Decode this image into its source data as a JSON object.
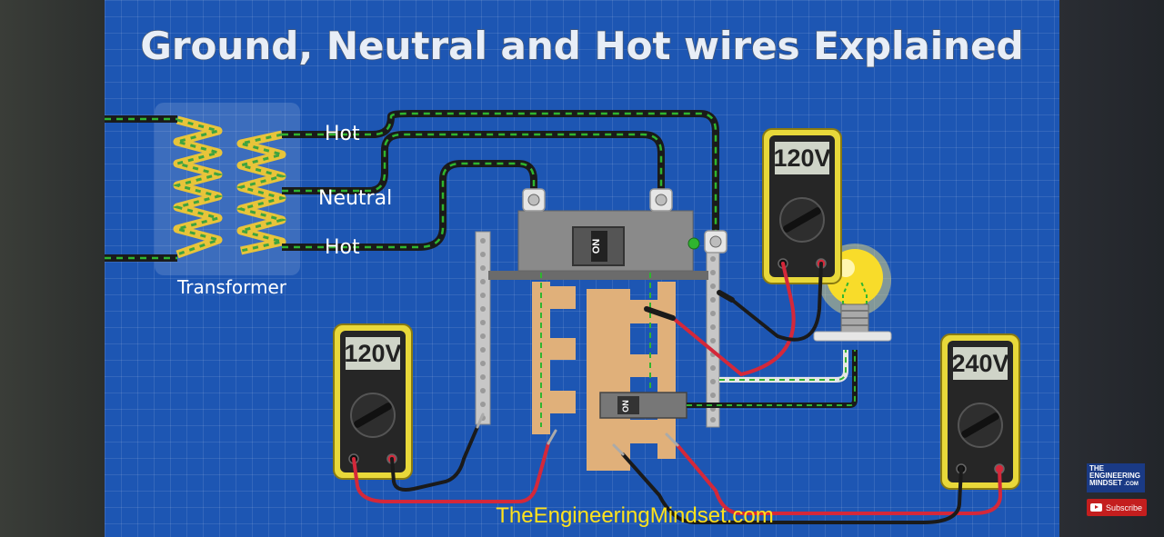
{
  "title": "Ground, Neutral and Hot wires Explained",
  "labels": {
    "hot_top": "Hot",
    "neutral": "Neutral",
    "hot_bottom": "Hot",
    "transformer": "Transformer"
  },
  "meters": {
    "left": "120V",
    "top_right": "120V",
    "right": "240V"
  },
  "breaker_label": "ON",
  "website": "TheEngineeringMindset.com",
  "logo": {
    "line1": "THE",
    "line2": "ENGINEERING",
    "line3": "MINDSET",
    "suffix": ".COM"
  },
  "subscribe_label": "Subscribe",
  "colors": {
    "board_blue": "#1d56b3",
    "wire_black": "#1a1a1a",
    "neutral_green": "#2fb52f",
    "probe_red": "#d4283a",
    "meter_yellow": "#e8d83a",
    "bus_tan": "#e0b07a",
    "website_yellow": "#ffe21c"
  }
}
